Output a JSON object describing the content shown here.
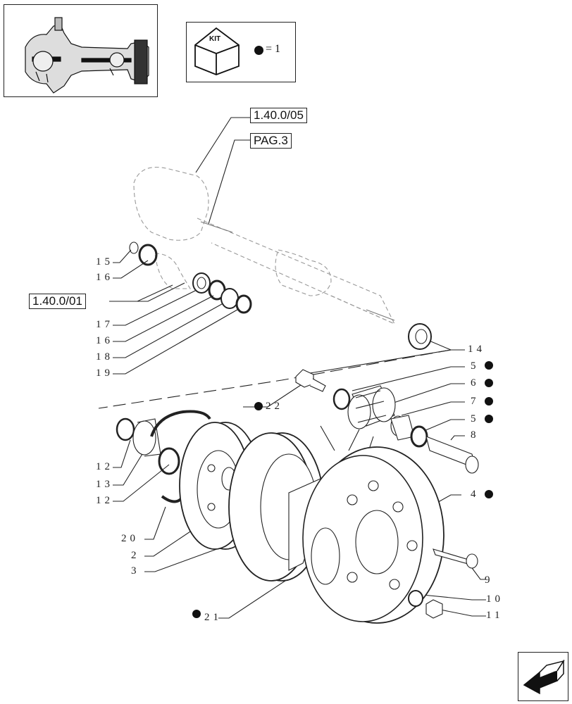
{
  "kit_legend": {
    "label": "KIT",
    "equals_text": "= 1"
  },
  "references": {
    "ref_a": "1.40.0/05",
    "ref_b": "PAG.3",
    "ref_c": "1.40.0/01"
  },
  "part_labels": {
    "p15": "15",
    "p16a": "16",
    "p17": "17",
    "p16b": "16",
    "p18": "18",
    "p19": "19",
    "p14": "14",
    "p5a": "5",
    "p6": "6",
    "p7": "7",
    "p5b": "5",
    "p8": "8",
    "p22": "22",
    "p12a": "12",
    "p13": "13",
    "p12b": "12",
    "p4": "4",
    "p20": "20",
    "p2": "2",
    "p3": "3",
    "p9": "9",
    "p10": "10",
    "p11": "11",
    "p21": "21"
  },
  "icons": {
    "kit": "kit-box-icon",
    "bullet": "filled-dot-icon",
    "nav": "next-page-arrow-icon"
  }
}
